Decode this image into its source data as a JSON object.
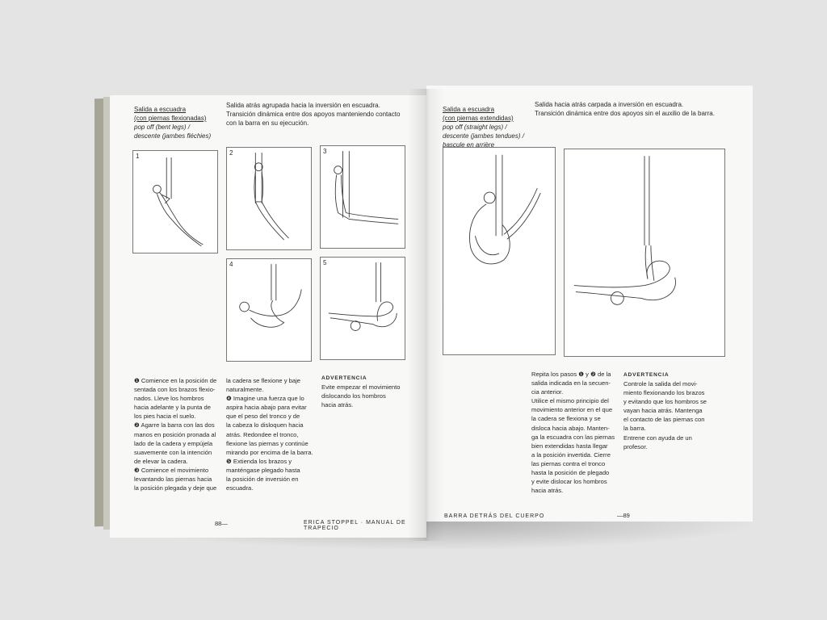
{
  "left": {
    "title": "Salida a escuadra",
    "title2": "(con piernas flexionadas)",
    "sub1": "pop off (bent legs) /",
    "sub2": "descente (jambes fléchies)",
    "intro1": "Salida atrás agrupada hacia la inversión en escuadra.",
    "intro2": "Transición dinámica entre dos apoyos manteniendo contacto",
    "intro3": "con la barra en su ejecución.",
    "figures": [
      "1",
      "2",
      "3",
      "4",
      "5"
    ],
    "col1": [
      "❶  Comience en la posición de",
      "sentada con los brazos flexio-",
      "nados. Lleve los hombros",
      "hacia adelante y la punta de",
      "los pies hacia el suelo.",
      "❷  Agarre la barra con las dos",
      "manos en posición pronada al",
      "lado de la cadera y empújela",
      "suavemente con la intención",
      "de elevar la cadera.",
      "❸  Comience el movimiento",
      "levantando las piernas hacia",
      "la posición plegada y deje que"
    ],
    "col2": [
      "la cadera se flexione y baje",
      "naturalmente.",
      "❹  Imagine una fuerza que lo",
      "aspira hacia abajo para evitar",
      "que el peso del tronco y de",
      "la cabeza lo disloquen hacia",
      "atrás. Redondee el tronco,",
      "flexione las piernas y continúe",
      "mirando por encima de la barra.",
      "❺  Extienda los brazos y",
      "manténgase plegado hasta",
      "la posición de inversión en",
      "escuadra."
    ],
    "warning_label": "Advertencia",
    "warning": [
      "Evite empezar el movimiento",
      "dislocando los hombros",
      "hacia atrás."
    ],
    "page_number": "88—",
    "running_head": "ERICA STOPPEL · MANUAL DE TRAPECIO"
  },
  "right": {
    "title": "Salida a escuadra",
    "title2": "(con piernas extendidas)",
    "sub1": "pop off (straight legs) /",
    "sub2": "descente (jambes tendues) /",
    "sub3": "bascule en arrière",
    "intro1": "Salida hacia atrás carpada a inversión en escuadra.",
    "intro2": "Transición dinámica entre dos apoyos sin el auxilio de la barra.",
    "col1": [
      "Repita los pasos ❶ y ❷ de la",
      "salida indicada en la secuen-",
      "cia anterior.",
      "Utilice el mismo principio del",
      "movimiento anterior en el que",
      "la cadera se flexiona y se",
      "disloca hacia abajo. Manten-",
      "ga la escuadra con las piernas",
      "bien extendidas hasta llegar",
      "a la posición invertida. Cierre",
      "las piernas contra el tronco",
      "hasta la posición de plegado",
      "y evite dislocar los hombros",
      "hacia atrás."
    ],
    "warning_label": "Advertencia",
    "warning": [
      "Controle la salida del movi-",
      "miento flexionando los brazos",
      "y evitando que los hombros se",
      "vayan hacia atrás. Mantenga",
      "el contacto de las piernas con",
      "la barra.",
      "Entrene con ayuda de un",
      "profesor."
    ],
    "running_head": "BARRA DETRÁS DEL CUERPO",
    "page_number": "—89"
  }
}
